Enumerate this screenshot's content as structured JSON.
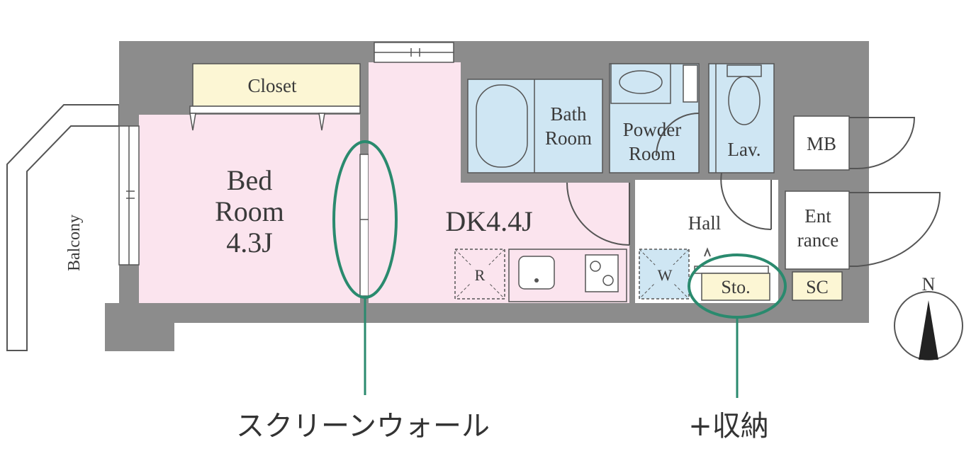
{
  "colors": {
    "wall": "#8c8c8c",
    "bedroom": "#fbe4ee",
    "dk": "#fbe4ee",
    "wet_area": "#cfe6f3",
    "storage": "#fcf6d4",
    "hall": "#ffffff",
    "highlight": "#2a8a6e"
  },
  "rooms": {
    "closet": "Closet",
    "bedroom_line1": "Bed",
    "bedroom_line2": "Room",
    "bedroom_size": "4.3J",
    "dk": "DK4.4J",
    "bath_line1": "Bath",
    "bath_line2": "Room",
    "powder_line1": "Powder",
    "powder_line2": "Room",
    "lav": "Lav.",
    "mb": "MB",
    "hall": "Hall",
    "entrance_line1": "Ent",
    "entrance_line2": "rance",
    "storage": "Sto.",
    "shoe_closet": "SC",
    "balcony": "Balcony",
    "refrigerator": "R",
    "washer": "W"
  },
  "compass": {
    "north": "N"
  },
  "callouts": {
    "screen_wall": "スクリーンウォール",
    "extra_storage": "+収納"
  }
}
